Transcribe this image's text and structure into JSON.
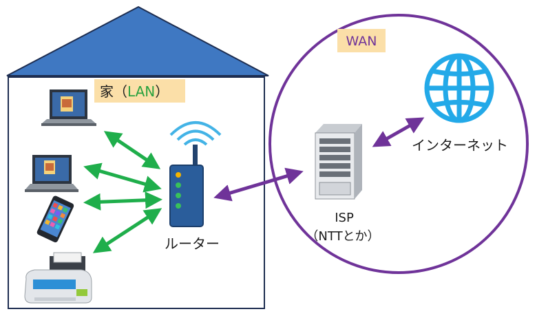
{
  "home": {
    "title_prefix": "家（",
    "title_lan": "LAN",
    "title_suffix": "）"
  },
  "router": {
    "label": "ルーター"
  },
  "wan": {
    "label": "WAN"
  },
  "isp": {
    "label_line1": "ISP",
    "label_line2": "（NTTとか）"
  },
  "internet": {
    "label": "インターネット"
  },
  "colors": {
    "house_roof": "#3f78c2",
    "house_outline": "#1d2d50",
    "lan_link": "#1fae4b",
    "wan_link": "#6f3399",
    "wan_circle": "#6f3399",
    "wan_label_bg": "#fbdfa8",
    "wan_label_text": "#6f3399",
    "lan_label_bg": "#fbdfa8",
    "lan_text": "#2aa23f",
    "globe": "#23a9e8",
    "router_body": "#2a5d9b",
    "wifi": "#43b3e6"
  },
  "icons": [
    "laptop-icon",
    "tablet-laptop-icon",
    "smartphone-icon",
    "printer-icon",
    "router-icon",
    "server-icon",
    "globe-icon"
  ]
}
